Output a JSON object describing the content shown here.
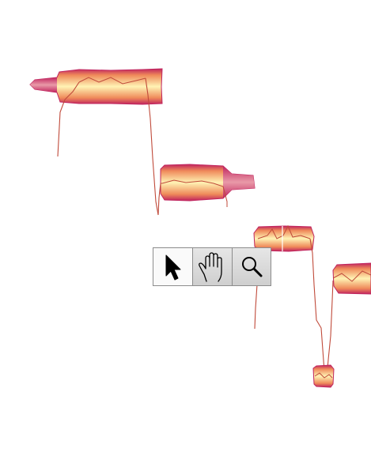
{
  "tools": [
    {
      "name": "pointer",
      "icon": "arrow-pointer-icon",
      "active": true
    },
    {
      "name": "hand",
      "icon": "hand-icon",
      "active": false
    },
    {
      "name": "zoom",
      "icon": "magnifier-icon",
      "active": false
    }
  ],
  "colors": {
    "blob_edge": "#c0245e",
    "blob_mid": "#ef8a5a",
    "blob_core": "#fff3b4",
    "pitch_line": "#c04a3a",
    "toolbar_bg": "#d8d8d8",
    "toolbar_border": "#8c8c8c"
  }
}
